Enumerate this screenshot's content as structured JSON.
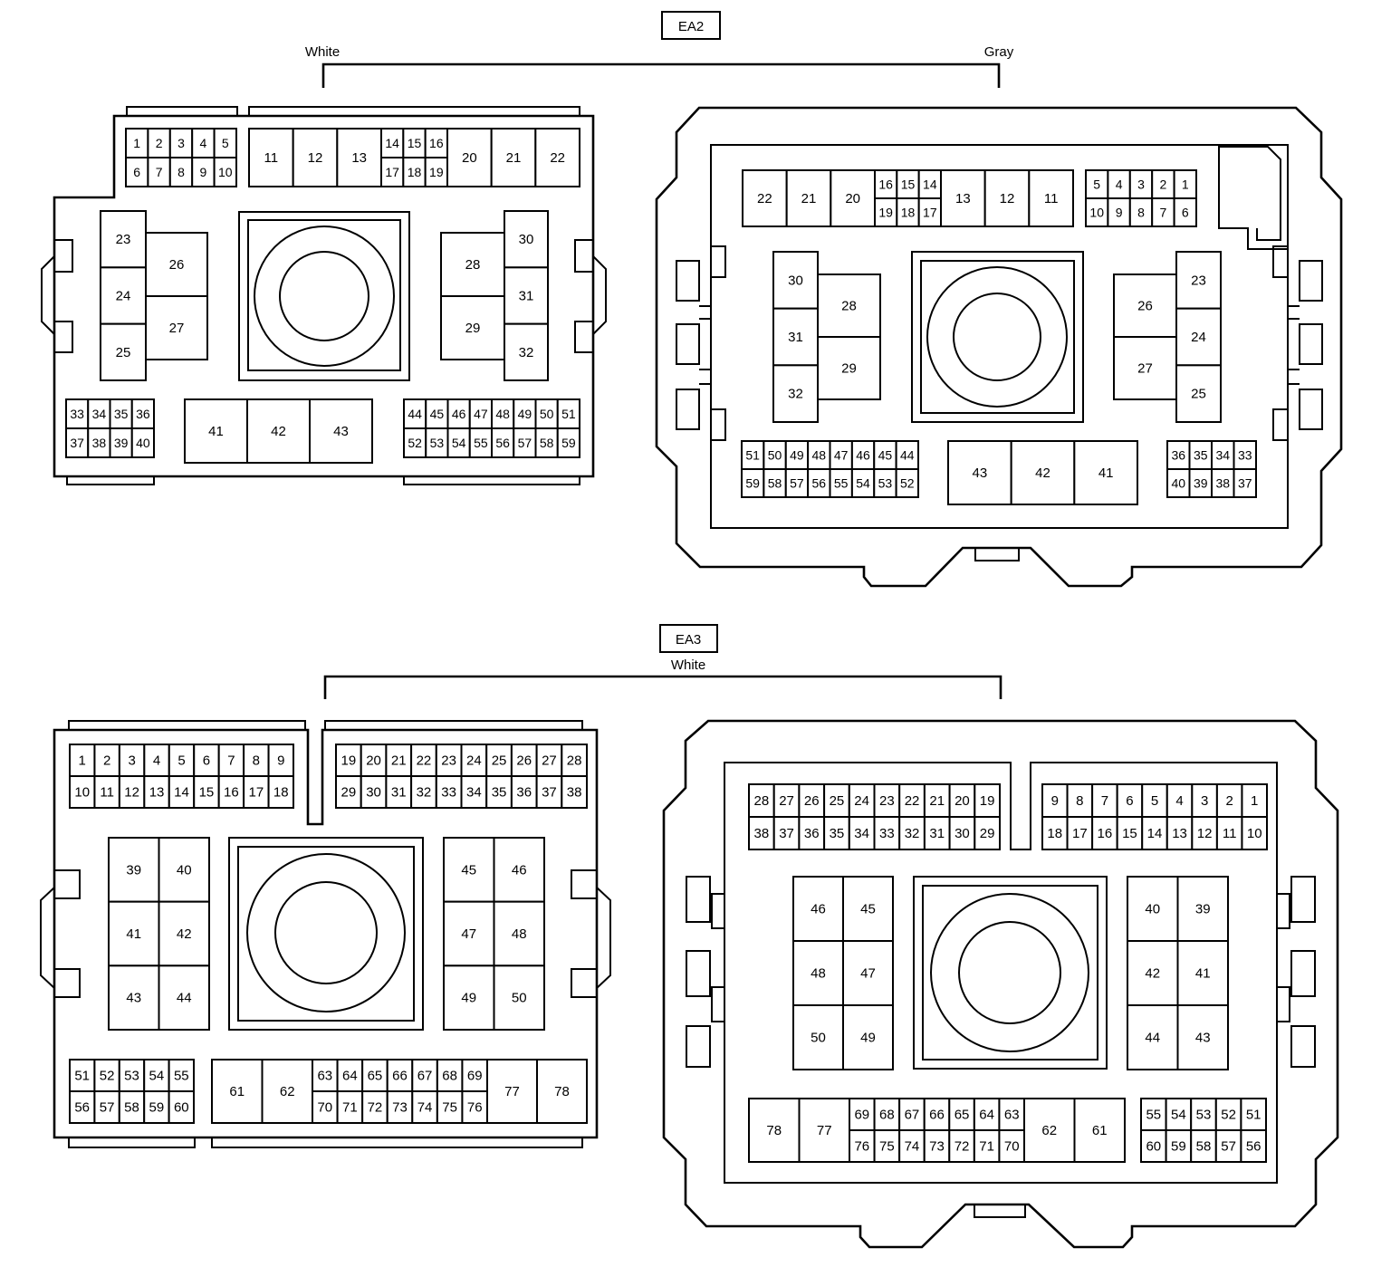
{
  "ea2": {
    "id": "EA2",
    "left_color": "White",
    "right_color": "Gray",
    "left": {
      "top_small_row1": [
        "1",
        "2",
        "3",
        "4",
        "5"
      ],
      "top_small_row2": [
        "6",
        "7",
        "8",
        "9",
        "10"
      ],
      "top_big_a": [
        "11",
        "12",
        "13"
      ],
      "top_mid_row1": [
        "14",
        "15",
        "16"
      ],
      "top_mid_row2": [
        "17",
        "18",
        "19"
      ],
      "top_big_b": [
        "20",
        "21",
        "22"
      ],
      "left_col": [
        "23",
        "24",
        "25"
      ],
      "left_relay": [
        "26",
        "27"
      ],
      "right_relay": [
        "28",
        "29"
      ],
      "right_col": [
        "30",
        "31",
        "32"
      ],
      "bot_left_row1": [
        "33",
        "34",
        "35",
        "36"
      ],
      "bot_left_row2": [
        "37",
        "38",
        "39",
        "40"
      ],
      "bot_mid": [
        "41",
        "42",
        "43"
      ],
      "bot_right_row1": [
        "44",
        "45",
        "46",
        "47",
        "48",
        "49",
        "50",
        "51"
      ],
      "bot_right_row2": [
        "52",
        "53",
        "54",
        "55",
        "56",
        "57",
        "58",
        "59"
      ]
    },
    "right": {
      "top_big_b": [
        "22",
        "21",
        "20"
      ],
      "top_mid_row1": [
        "16",
        "15",
        "14"
      ],
      "top_mid_row2": [
        "19",
        "18",
        "17"
      ],
      "top_big_a": [
        "13",
        "12",
        "11"
      ],
      "top_small_row1": [
        "5",
        "4",
        "3",
        "2",
        "1"
      ],
      "top_small_row2": [
        "10",
        "9",
        "8",
        "7",
        "6"
      ],
      "left_col": [
        "30",
        "31",
        "32"
      ],
      "left_relay": [
        "28",
        "29"
      ],
      "right_relay": [
        "26",
        "27"
      ],
      "right_col": [
        "23",
        "24",
        "25"
      ],
      "bot_left_row1": [
        "51",
        "50",
        "49",
        "48",
        "47",
        "46",
        "45",
        "44"
      ],
      "bot_left_row2": [
        "59",
        "58",
        "57",
        "56",
        "55",
        "54",
        "53",
        "52"
      ],
      "bot_mid": [
        "43",
        "42",
        "41"
      ],
      "bot_right_row1": [
        "36",
        "35",
        "34",
        "33"
      ],
      "bot_right_row2": [
        "40",
        "39",
        "38",
        "37"
      ]
    }
  },
  "ea3": {
    "id": "EA3",
    "color": "White",
    "left": {
      "top_a_row1": [
        "1",
        "2",
        "3",
        "4",
        "5",
        "6",
        "7",
        "8",
        "9"
      ],
      "top_a_row2": [
        "10",
        "11",
        "12",
        "13",
        "14",
        "15",
        "16",
        "17",
        "18"
      ],
      "top_b_row1": [
        "19",
        "20",
        "21",
        "22",
        "23",
        "24",
        "25",
        "26",
        "27",
        "28"
      ],
      "top_b_row2": [
        "29",
        "30",
        "31",
        "32",
        "33",
        "34",
        "35",
        "36",
        "37",
        "38"
      ],
      "left_grid": [
        [
          "39",
          "40"
        ],
        [
          "41",
          "42"
        ],
        [
          "43",
          "44"
        ]
      ],
      "right_grid": [
        [
          "45",
          "46"
        ],
        [
          "47",
          "48"
        ],
        [
          "49",
          "50"
        ]
      ],
      "bot_small_row1": [
        "51",
        "52",
        "53",
        "54",
        "55"
      ],
      "bot_small_row2": [
        "56",
        "57",
        "58",
        "59",
        "60"
      ],
      "bot_big_a": [
        "61",
        "62"
      ],
      "bot_mid_row1": [
        "63",
        "64",
        "65",
        "66",
        "67",
        "68",
        "69"
      ],
      "bot_mid_row2": [
        "70",
        "71",
        "72",
        "73",
        "74",
        "75",
        "76"
      ],
      "bot_big_b": [
        "77",
        "78"
      ]
    },
    "right": {
      "top_a_row1": [
        "28",
        "27",
        "26",
        "25",
        "24",
        "23",
        "22",
        "21",
        "20",
        "19"
      ],
      "top_a_row2": [
        "38",
        "37",
        "36",
        "35",
        "34",
        "33",
        "32",
        "31",
        "30",
        "29"
      ],
      "top_b_row1": [
        "9",
        "8",
        "7",
        "6",
        "5",
        "4",
        "3",
        "2",
        "1"
      ],
      "top_b_row2": [
        "18",
        "17",
        "16",
        "15",
        "14",
        "13",
        "12",
        "11",
        "10"
      ],
      "left_grid": [
        [
          "46",
          "45"
        ],
        [
          "48",
          "47"
        ],
        [
          "50",
          "49"
        ]
      ],
      "right_grid": [
        [
          "40",
          "39"
        ],
        [
          "42",
          "41"
        ],
        [
          "44",
          "43"
        ]
      ],
      "bot_big_b": [
        "78",
        "77"
      ],
      "bot_mid_row1": [
        "69",
        "68",
        "67",
        "66",
        "65",
        "64",
        "63"
      ],
      "bot_mid_row2": [
        "76",
        "75",
        "74",
        "73",
        "72",
        "71",
        "70"
      ],
      "bot_big_a": [
        "62",
        "61"
      ],
      "bot_small_row1": [
        "55",
        "54",
        "53",
        "52",
        "51"
      ],
      "bot_small_row2": [
        "60",
        "59",
        "58",
        "57",
        "56"
      ]
    }
  }
}
